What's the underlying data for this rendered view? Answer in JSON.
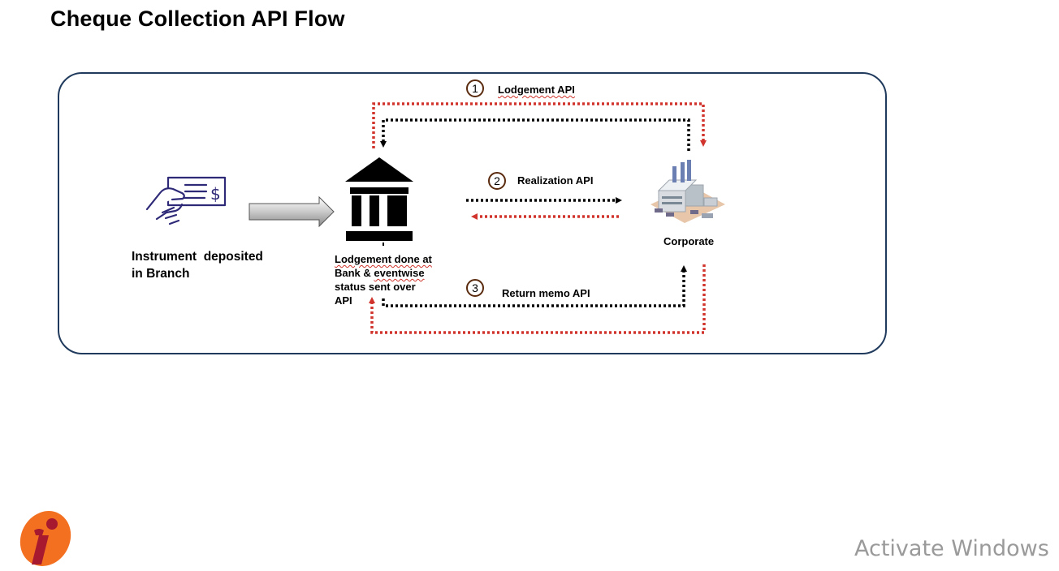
{
  "title": "Cheque Collection API Flow",
  "steps": [
    {
      "number": "1",
      "label": "Lodgement API"
    },
    {
      "number": "2",
      "label": "Realization API"
    },
    {
      "number": "3",
      "label": "Return memo API"
    }
  ],
  "nodes": {
    "instrument": {
      "line1": "Instrument  deposited",
      "line2": "in Branch"
    },
    "bank": {
      "line1": "Lodgement done at",
      "line2_a": "Bank & ",
      "line2_b": "eventwise",
      "line3": "status sent over",
      "line4": "API"
    },
    "corporate": {
      "label": "Corporate"
    }
  },
  "colors": {
    "frame": "#1f3a5c",
    "request_arrow": "#d0342c",
    "response_arrow": "#000000",
    "number_circle": "#5a2b0e",
    "logo_orange": "#f37021",
    "logo_maroon": "#a6192e"
  },
  "icons": {
    "instrument": "hand-cheque-icon",
    "bank": "bank-building-icon",
    "corporate": "factory-icon",
    "logo": "bank-logo-i"
  },
  "watermark": "Activate Windows"
}
